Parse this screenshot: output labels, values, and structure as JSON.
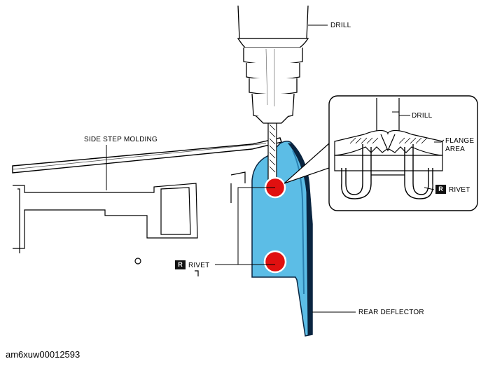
{
  "labels": {
    "drill_top": "DRILL",
    "side_step_molding": "SIDE STEP MOLDING",
    "drill_inset": "DRILL",
    "flange_area_line1": "FLANGE",
    "flange_area_line2": "AREA",
    "rivet_inset": "RIVET",
    "rivet_main": "RIVET",
    "rear_deflector": "REAR DEFLECTOR",
    "rivet_badge": "R"
  },
  "image_id": "am6xuw00012593",
  "colors": {
    "deflector_fill": "#5cbde6",
    "rivet_red": "#e01010",
    "badge_bg": "#111111",
    "deflector_edge": "#0a2540",
    "line": "#000000"
  },
  "icons": [
    "drill",
    "rivet",
    "flange-cross-section"
  ]
}
